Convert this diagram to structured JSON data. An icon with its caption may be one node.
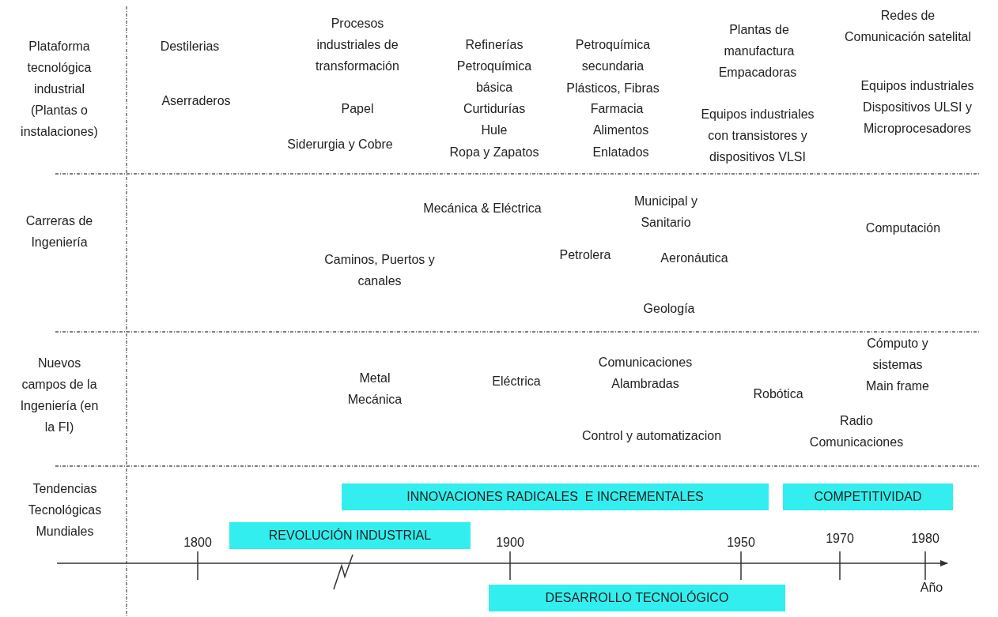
{
  "diagram": {
    "nodes": [
      {
        "text": [
          "INNOVACIONES RADICALES  E INCREMENTALES"
        ]
      },
      {
        "text": [
          "COMPETITIVIDAD"
        ]
      },
      {
        "text": [
          "REVOLUCIÓN INDUSTRIAL"
        ]
      },
      {
        "text": [
          "DESARROLLO TECNOLÓGICO"
        ]
      }
    ],
    "edges": [],
    "labels": [
      "Plataforma tecnológica industrial (Plantas o instalaciones)",
      "Destilerias",
      "Procesos industriales de transformación",
      "Refinerías",
      "Petroquímica secundaria",
      "Plantas de manufactura",
      "Redes de Comunicación satelital",
      "Petroquímica básica",
      "Empacadoras",
      "Aserraderos",
      "Plásticos, Fibras",
      "Equipos industriales Dispositivos ULSI y Microprocesadores",
      "Papel",
      "Curtidurías",
      "Farmacia",
      "Equipos industriales con transistores y dispositivos VLSI",
      "Hule",
      "Alimentos",
      "Siderurgia y Cobre",
      "Ropa y Zapatos",
      "Enlatados",
      "Carreras de Ingeniería",
      "Mecánica & Eléctrica",
      "Municipal y Sanitario",
      "Computación",
      "Petrolera",
      "Aeronáutica",
      "Caminos, Puertos y canales",
      "Geología",
      "Nuevos campos de la Ingeniería (en la FI)",
      "Cómputo y sistemas Main frame",
      "Comunicaciones Alambradas",
      "Metal Mecánica",
      "Eléctrica",
      "Robótica",
      "Radio Comunicaciones",
      "Control y automatizacion",
      "Tendencias Tecnológicas Mundiales",
      "1800",
      "1900",
      "1950",
      "1970",
      "1980",
      "Año"
    ]
  }
}
